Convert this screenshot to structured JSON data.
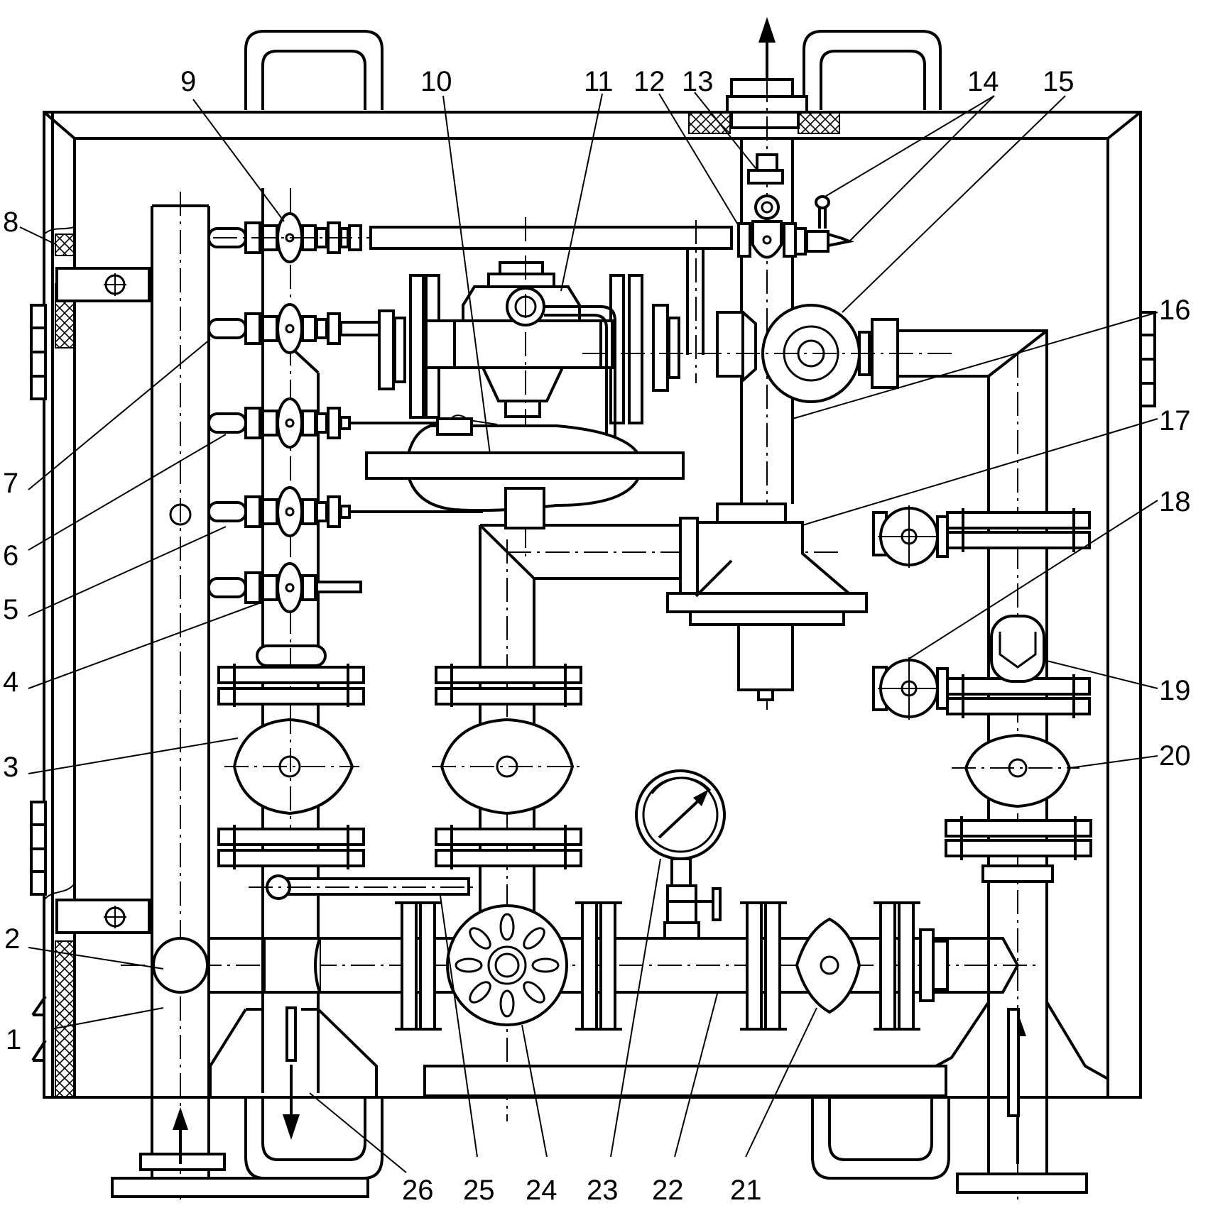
{
  "callouts": [
    {
      "id": "1",
      "text": "1"
    },
    {
      "id": "2",
      "text": "2"
    },
    {
      "id": "3",
      "text": "3"
    },
    {
      "id": "4",
      "text": "4"
    },
    {
      "id": "5",
      "text": "5"
    },
    {
      "id": "6",
      "text": "6"
    },
    {
      "id": "7",
      "text": "7"
    },
    {
      "id": "8",
      "text": "8"
    },
    {
      "id": "9",
      "text": "9"
    },
    {
      "id": "10",
      "text": "10"
    },
    {
      "id": "11",
      "text": "11"
    },
    {
      "id": "12",
      "text": "12"
    },
    {
      "id": "13",
      "text": "13"
    },
    {
      "id": "14",
      "text": "14"
    },
    {
      "id": "15",
      "text": "15"
    },
    {
      "id": "16",
      "text": "16"
    },
    {
      "id": "17",
      "text": "17"
    },
    {
      "id": "18",
      "text": "18"
    },
    {
      "id": "19",
      "text": "19"
    },
    {
      "id": "20",
      "text": "20"
    },
    {
      "id": "21",
      "text": "21"
    },
    {
      "id": "22",
      "text": "22"
    },
    {
      "id": "23",
      "text": "23"
    },
    {
      "id": "24",
      "text": "24"
    },
    {
      "id": "25",
      "text": "25"
    },
    {
      "id": "26",
      "text": "26"
    }
  ],
  "flow_arrows": [
    "up-outlet",
    "up-inlet-left",
    "down-drain",
    "up-inlet-right"
  ]
}
